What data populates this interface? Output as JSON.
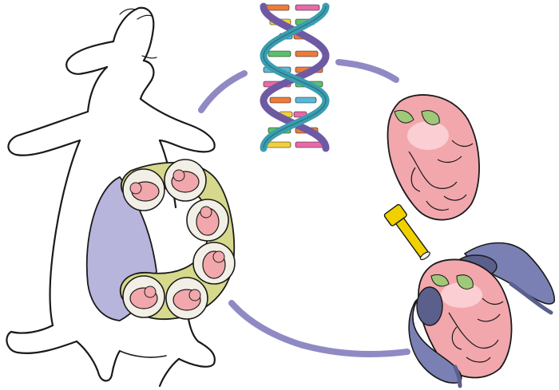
{
  "figure": {
    "background": "#ffffff",
    "colors": {
      "outline": "#1a1a1a",
      "cycle_arc": "#8f8ac4",
      "uterus_band": "#d6d98c",
      "sac": "#f2f0e6",
      "embryo_skin": "#f2a7ad",
      "embryo_shade": "#e07f8a",
      "ovary_pouch": "#b8b5dc",
      "eye_green": "#9fc878",
      "light_guide": "#f1d000",
      "electrode": "#5b5f8c",
      "electrode_light": "#7b80b4",
      "dna_backbone_a": "#6e5aa3",
      "dna_backbone_b": "#3a9db0",
      "base_orange": "#ef7b3a",
      "base_green": "#5cc06b",
      "base_yellow": "#f2cf3c",
      "base_pink": "#e86aa8",
      "base_blue": "#59b7d9"
    },
    "elements": [
      {
        "name": "mouse-outline",
        "icon": "pregnant-mouse"
      },
      {
        "name": "uterine-horn",
        "icon": "embryo-chain"
      },
      {
        "name": "dna-helix",
        "icon": "dna-double-helix"
      },
      {
        "name": "embryo-top",
        "icon": "embryo-head"
      },
      {
        "name": "light-source",
        "icon": "fiber-light-guide"
      },
      {
        "name": "embryo-electroporated",
        "icon": "tweezer-electrodes"
      },
      {
        "name": "cycle-arcs",
        "icon": "process-cycle"
      }
    ]
  }
}
